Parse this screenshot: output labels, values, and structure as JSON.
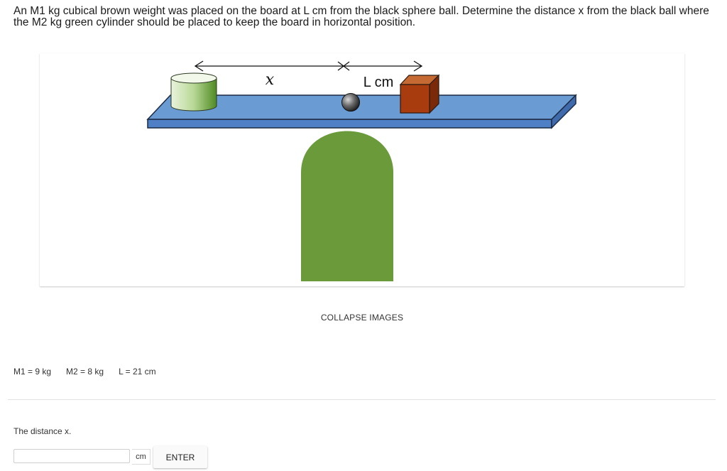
{
  "question": {
    "text": "An M1 kg cubical brown weight was placed on the board at L cm from the black sphere ball. Determine the distance x from the black ball where the M2 kg green cylinder should be placed to keep the board in horizontal position."
  },
  "figure": {
    "x_label": "x",
    "l_label": "L cm",
    "colors": {
      "board_top": "#6a9bd3",
      "board_front": "#4f7fc4",
      "fulcrum": "#6a9a3a",
      "cube_front": "#a93c0e",
      "cube_top": "#c56a32",
      "cylinder": "#8fbf60",
      "ball": "#555555"
    }
  },
  "controls": {
    "collapse_label": "COLLAPSE IMAGES",
    "enter_label": "ENTER"
  },
  "givens": {
    "m1": "M1 = 9 kg",
    "m2": "M2 = 8 kg",
    "l": "L = 21 cm"
  },
  "answer": {
    "prompt": "The distance x.",
    "value": "",
    "unit": "cm"
  }
}
